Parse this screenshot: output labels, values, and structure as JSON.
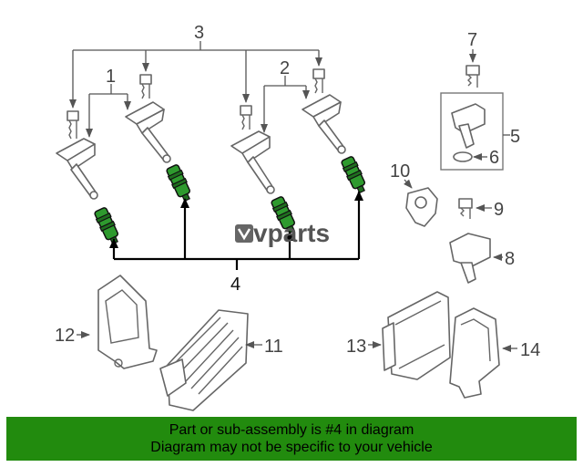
{
  "callouts": {
    "n1": "1",
    "n2": "2",
    "n3": "3",
    "n4": "4",
    "n5": "5",
    "n6": "6",
    "n7": "7",
    "n8": "8",
    "n9": "9",
    "n10": "10",
    "n11": "11",
    "n12": "12",
    "n13": "13",
    "n14": "14"
  },
  "watermark": {
    "text": "vparts",
    "color": "#555555"
  },
  "banner": {
    "line1": "Part or sub-assembly is #4 in diagram",
    "line2": "Diagram may not be specific to your vehicle",
    "background": "#228b0e"
  },
  "colors": {
    "highlight_part": "#2e9a2e"
  }
}
